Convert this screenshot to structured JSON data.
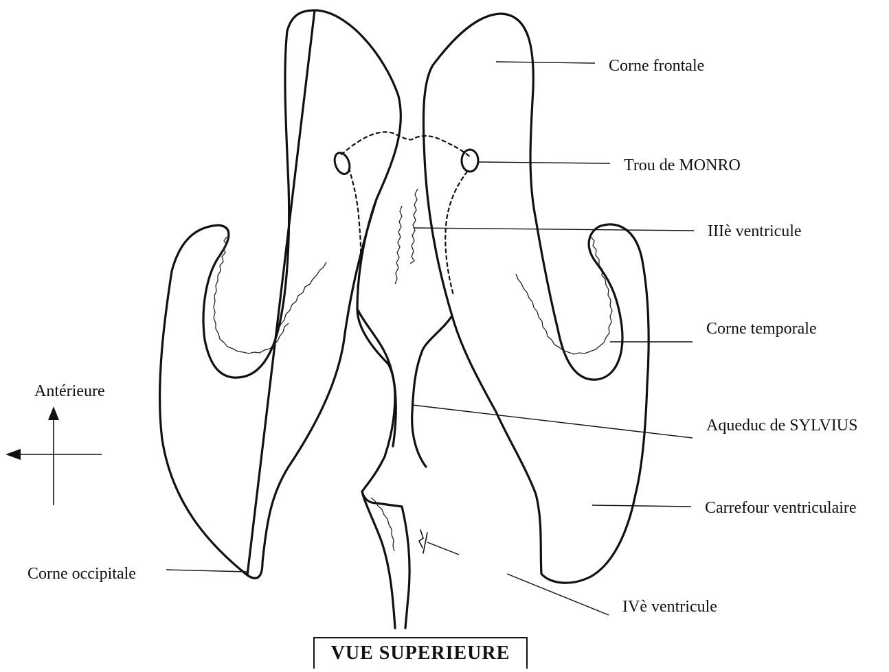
{
  "labels": {
    "corne_frontale": "Corne frontale",
    "trou_de_monro": "Trou de MONRO",
    "troisieme_ventricule": "IIIè ventricule",
    "corne_temporale": "Corne temporale",
    "aqueduc_de_sylvius": "Aqueduc de SYLVIUS",
    "carrefour_ventriculaire": "Carrefour ventriculaire",
    "quatrieme_ventricule": "IVè ventricule",
    "corne_occipitale": "Corne occipitale"
  },
  "orientation": {
    "anterior_label": "Antérieure"
  },
  "title": "VUE SUPERIEURE"
}
